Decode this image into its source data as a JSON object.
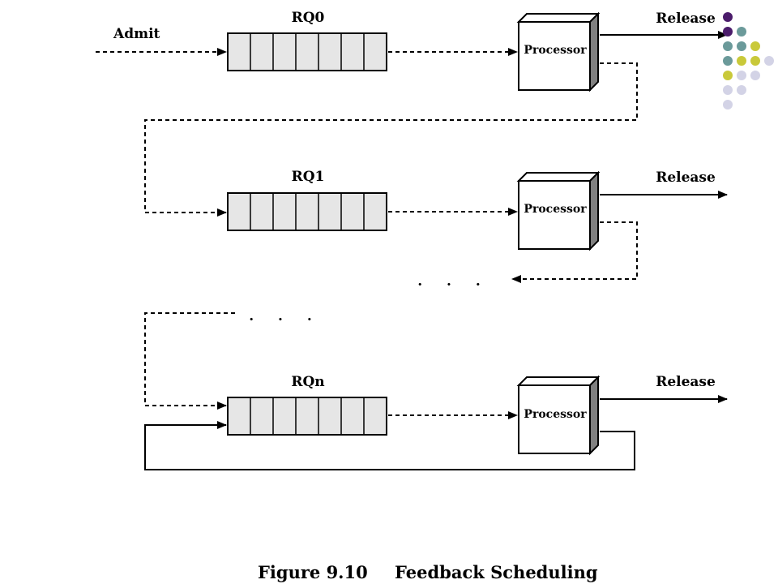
{
  "labels": {
    "admit": "Admit",
    "queues": [
      "RQ0",
      "RQ1",
      "RQn"
    ],
    "processor": "Processor",
    "release": "Release",
    "ellipsis": ". . ."
  },
  "caption": {
    "figure": "Figure 9.10",
    "title": "Feedback Scheduling"
  },
  "colors": {
    "line": "#000000",
    "queue_fill": "#e6e6e6",
    "box_face": "#ffffff",
    "box_side": "#808080",
    "dot_purple": "#4b1c6b",
    "dot_teal": "#6b9a9a",
    "dot_olive": "#c9c93a",
    "dot_lavender": "#d3d3e6"
  },
  "decoration": {
    "icon": "corner-dot-grid-icon",
    "rows": [
      [
        "dot_purple"
      ],
      [
        "dot_purple",
        "dot_teal"
      ],
      [
        "dot_teal",
        "dot_teal",
        "dot_olive"
      ],
      [
        "dot_teal",
        "dot_olive",
        "dot_olive",
        "dot_lavender"
      ],
      [
        "dot_olive",
        "dot_lavender",
        "dot_lavender"
      ],
      [
        "dot_lavender",
        "dot_lavender"
      ],
      [
        "dot_lavender"
      ]
    ]
  }
}
